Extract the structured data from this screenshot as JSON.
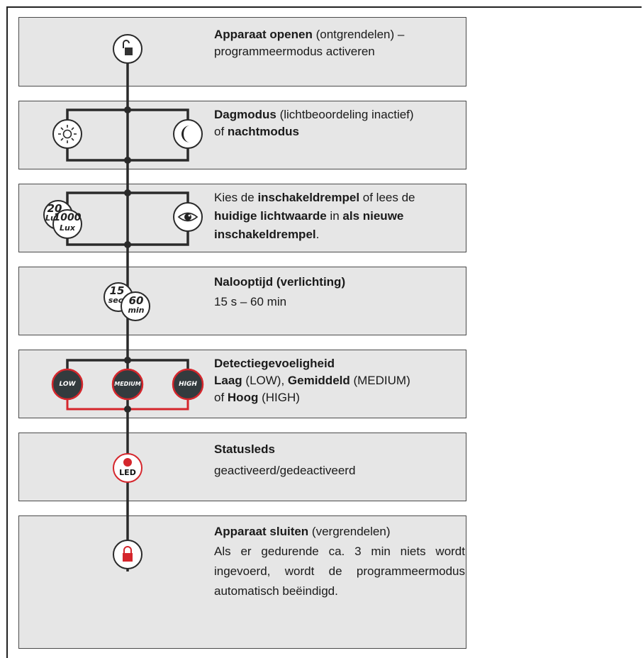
{
  "steps": [
    {
      "title": "Apparaat openen",
      "rest": " (ontgrendelen) –",
      "line2": "programmeermodus activeren",
      "icon": "unlock-icon"
    },
    {
      "title": "Dagmodus",
      "rest": " (lichtbeoordeling inactief)",
      "line2a": "of ",
      "line2b": "nachtmodus",
      "icons": [
        "sun-icon",
        "moon-icon"
      ]
    },
    {
      "pre": "Kies de ",
      "b1": "inschakeldrempel",
      "mid": " of lees de",
      "b2": "huidige lichtwaarde",
      "mid2": " in ",
      "b3": "als nieuwe",
      "b4": "inschakeldrempel",
      "end": ".",
      "icons": [
        "lux-threshold-icon",
        "eye-icon"
      ]
    },
    {
      "title": "Nalooptijd (verlichting)",
      "range": "15 s – 60 min",
      "icon": "timer-icon"
    },
    {
      "title": "Detectiegevoeligheid",
      "o1": "Laag",
      "o1v": " (LOW), ",
      "o2": "Gemiddeld",
      "o2v": " (MEDIUM)",
      "of": "of ",
      "o3": "Hoog",
      "o3v": " (HIGH)",
      "icons": [
        "low-icon",
        "medium-icon",
        "high-icon"
      ]
    },
    {
      "title": "Statusleds",
      "line2": "geactiveerd/gedeactiveerd",
      "icon": "led-icon"
    },
    {
      "title": "Apparaat sluiten",
      "rest": " (vergrendelen)",
      "body": "Als er gedurende ca. 3 min niets wordt ingevoerd, wordt de program­meermodus automatisch beëindigd.",
      "icon": "lock-icon"
    }
  ],
  "badges": {
    "lux_low_num": "20",
    "lux_low_unit": "Lux",
    "lux_high_num": "1000",
    "lux_high_unit": "Lux",
    "time_short_num": "15",
    "time_short_unit": "sec",
    "time_long_num": "60",
    "time_long_unit": "min",
    "low": "LOW",
    "medium": "MEDIUM",
    "high": "HIGH",
    "led": "LED"
  },
  "colors": {
    "panel": "#e6e6e6",
    "red": "#d5262c",
    "dark": "#333b3e"
  }
}
